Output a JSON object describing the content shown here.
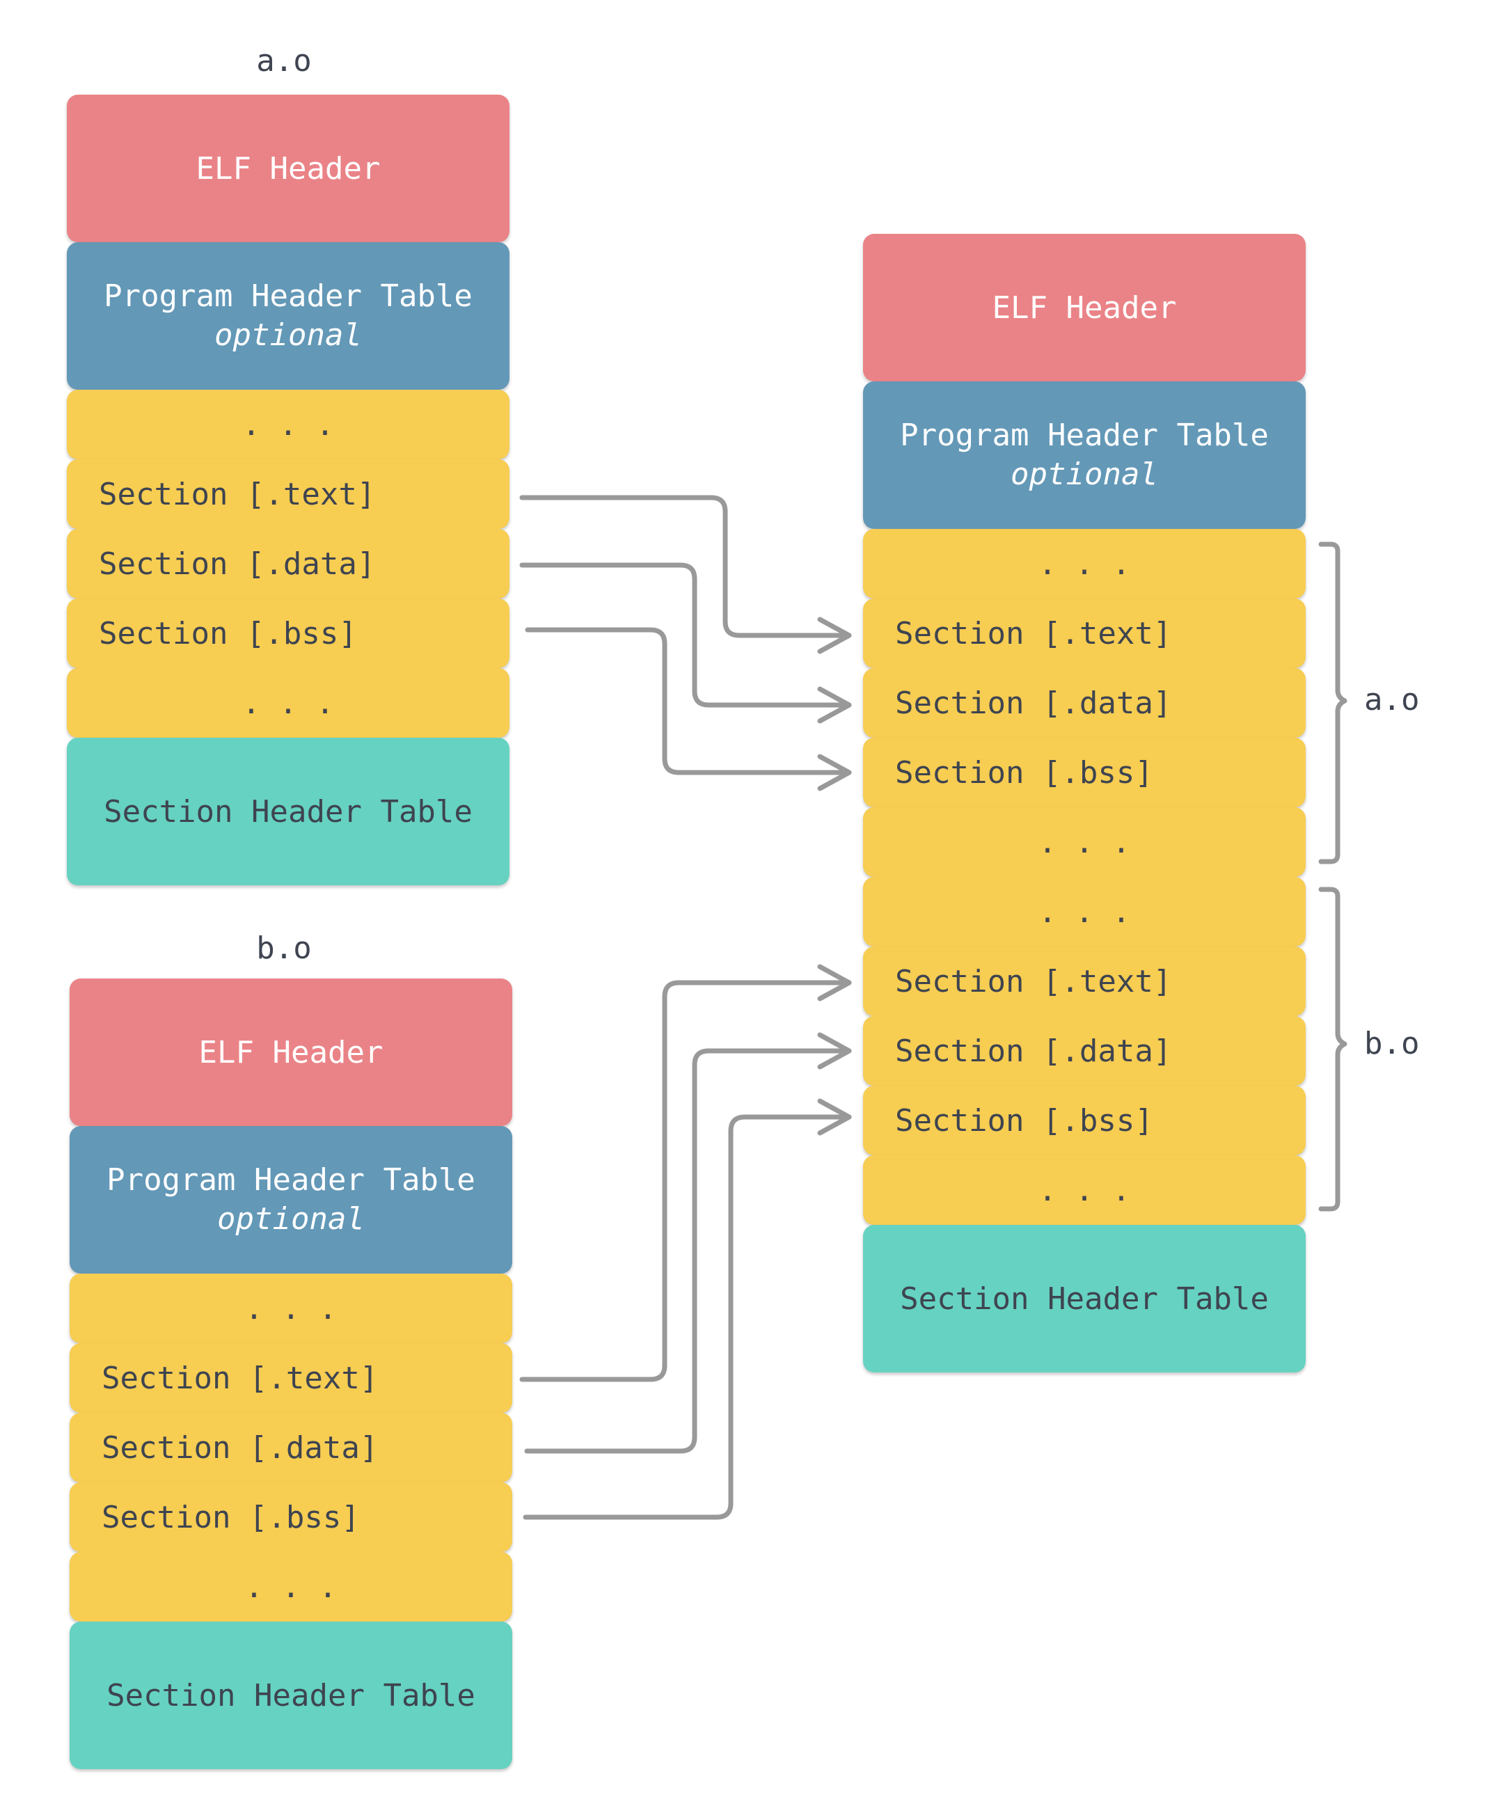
{
  "files": {
    "a": {
      "name": "a.o",
      "elf_header": "ELF Header",
      "pht_title": "Program Header Table",
      "pht_note": "optional",
      "dots_top": ". . .",
      "sec_text": "Section [.text]",
      "sec_data": "Section [.data]",
      "sec_bss": "Section [.bss]",
      "dots_bottom": ". . .",
      "sht": "Section Header Table"
    },
    "b": {
      "name": "b.o",
      "elf_header": "ELF Header",
      "pht_title": "Program Header Table",
      "pht_note": "optional",
      "dots_top": ". . .",
      "sec_text": "Section [.text]",
      "sec_data": "Section [.data]",
      "sec_bss": "Section [.bss]",
      "dots_bottom": ". . .",
      "sht": "Section Header Table"
    }
  },
  "output": {
    "elf_header": "ELF Header",
    "pht_title": "Program Header Table",
    "pht_note": "optional",
    "group_a": {
      "label": "a.o",
      "dots_top": ". . .",
      "sec_text": "Section [.text]",
      "sec_data": "Section [.data]",
      "sec_bss": "Section [.bss]",
      "dots_bottom": ". . ."
    },
    "group_b": {
      "label": "b.o",
      "dots_top": ". . .",
      "sec_text": "Section [.text]",
      "sec_data": "Section [.data]",
      "sec_bss": "Section [.bss]",
      "dots_bottom": ". . ."
    },
    "sht": "Section Header Table"
  },
  "colors": {
    "elf_header": "#ea8387",
    "program_header_table": "#6398b7",
    "section": "#f7cd52",
    "section_header_table": "#66d2c1",
    "connector": "#999999",
    "text_dark": "#3e4450"
  }
}
